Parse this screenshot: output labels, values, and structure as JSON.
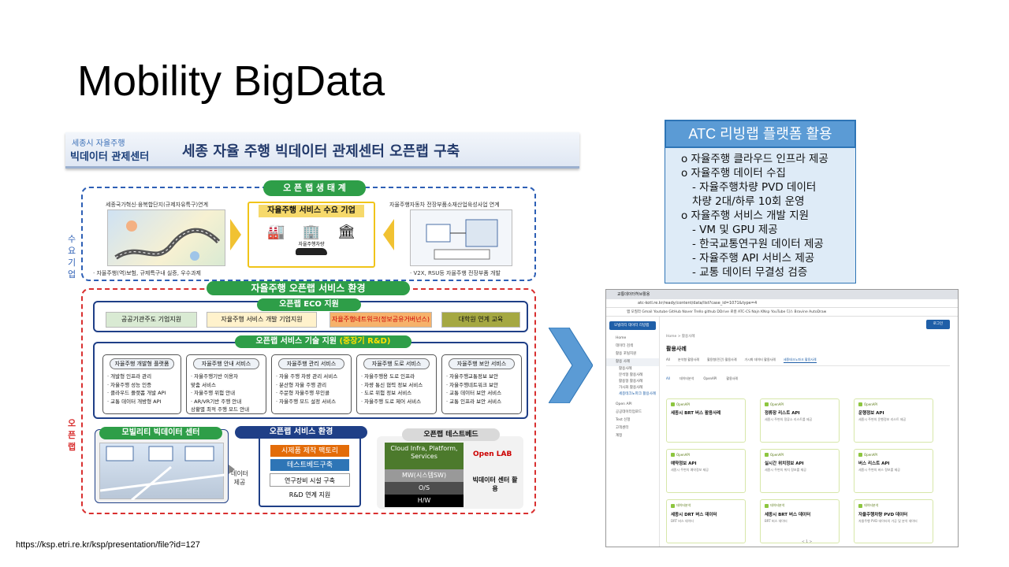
{
  "slide": {
    "title": "Mobility BigData",
    "source_url": "https://ksp.etri.re.kr/ksp/presentation/file?id=127"
  },
  "figure": {
    "logo_line1": "세종시 자율주행",
    "logo_line2": "빅데이터 관제센터",
    "header_title": "세종 자율 주행 빅데이터 관제센터 오픈랩 구축",
    "ecosystem_label": "오 픈 랩 생 태 계",
    "demand_side": "수요기업",
    "openlab_side": "오픈랩",
    "left_caption": "세종국가혁신·융복합단지(규제자유특구)연계",
    "left_footnote": "· 자율주행(역)보험, 규제특구내 실증, 우수과제",
    "center_box_label": "자율주행 서비스 수요 기업",
    "car_label": "자율주행차량",
    "right_caption": "자율주행자동차 전장부품소재산업육성사업 연계",
    "right_footnote": "· V2X, RSU등 자율주행 전장부품 개발",
    "service_env": "자율주행 오픈랩 서비스 환경",
    "eco_support": "오픈랩 ECO 지원",
    "eco_items": [
      "공공기관주도 기업지원",
      "자율주행 서비스 개발 기업지원",
      "자율주행네트워크(정보공유거버넌스)",
      "대학원 연계 교육"
    ],
    "tech_support": "오픈랩 서비스 기술 지원",
    "tech_support_note": "(중장기 R&D)",
    "tech_columns": [
      {
        "head": "자율주행 개발형 플랫폼",
        "lines": [
          "· 개발형 인프라 관리",
          "· 자율주행 성능 인증",
          "· 클라우드 플랫폼 개발 API",
          "· 교통 데이터 개방형 API"
        ]
      },
      {
        "head": "자율주행 안내 서비스",
        "lines": [
          "· 자율주행기반 이용자",
          "  맞춤 서비스",
          "· 자율주행 위험 안내",
          "· AR/VR기반 주행 안내",
          "  상황별 최적 주행 모드 안내"
        ]
      },
      {
        "head": "자율주행 관리 서비스",
        "lines": [
          "· 자율 주행 차량 관리 서비스",
          "· 분산형 자율 주행 관리",
          "· 주문형 자율주행 무인콜",
          "· 자율주행 모드 설정 서비스"
        ]
      },
      {
        "head": "자율주행 도로 서비스",
        "lines": [
          "· 자율주행용 도로 인프라",
          "· 차량 통신 협력 정보 서비스",
          "· 도로 위험 정보 서비스",
          "· 자율주행 도로 제어 서비스"
        ]
      },
      {
        "head": "자율주행 보안 서비스",
        "lines": [
          "· 자율주행교통정보 보안",
          "· 자율주행네트워크 보안",
          "· 교통 데이터 보안 서비스",
          "· 교통 인프라 보안 서비스"
        ]
      }
    ],
    "mobility_center": "모빌리티 빅데이터 센터",
    "data_provide": "데이터 제공",
    "openlab_service_env": "오픈랩 서비스 환경",
    "env_items": [
      "시제품 제작 팩토리",
      "테스트베드구축",
      "연구장비 시설 구축",
      "R&D 연계 지원"
    ],
    "testbed": "오픈랩 테스트베드",
    "stack": [
      "Cloud Infra, Platform, Services",
      "MW(시스템SW)",
      "O/S",
      "H/W"
    ],
    "open_lab": "Open LAB",
    "bigdata_center_use": "빅데이터 센터 활용"
  },
  "atc": {
    "head": "ATC 리빙랩 플랫폼 활용",
    "lines": [
      "o 자율주행 클라우드 인프라 제공",
      "o 자율주행 데이터 수집",
      "  - 자율주행차량 PVD 데이터",
      "    차량 2대/하루 10회 운영",
      "o 자율주행 서비스 개발 지원",
      "  - VM 및 GPU 제공",
      "  - 한국교통연구원 데이터 제공",
      "  - 자율주행 API 서비스 제공",
      "  - 교통 데이터 무결성 검증"
    ]
  },
  "browser": {
    "tab": "교통데이터허브활용",
    "address": "atc-kotl.re.kr/ready/content/data/list?case_id=1071&type=4",
    "bookmarks": "앱  모질라  Gmail  Youtube  GitHub  Naver  Trello  github  DDrive  로컬  ATC-CS  Najn  KNsp  YouTube  디스  Bravine  AutoDraw",
    "sidebar_brand": "모빌리티 데이터 리빙랩",
    "sidebar_items": [
      "Home",
      "데이터 검색",
      "활용 포털지원",
      "활용 사례",
      "활용사례",
      "분석형 활용사례",
      "활용형 활용사례",
      "가시화 활용사례",
      "세종테크노파크 활용사례",
      "Open API",
      "공공데이터업로드",
      "Test 신청",
      "고객센터",
      "계정"
    ],
    "breadcrumb": "Home > 활용사례",
    "page_title": "활용사례",
    "tabs": [
      "All",
      "분석형 활용사례",
      "활용형(민간) 활용사례",
      "가시화 데이터 활용사례",
      "세종테크노파크 활용사례"
    ],
    "filters": [
      "All",
      "데이터분석",
      "OpenAPI",
      "활용사례"
    ],
    "login_btn": "로그인",
    "cards": [
      {
        "tag": "OpenAPI",
        "title": "세종시 BRT 버스 활용사례",
        "desc": ""
      },
      {
        "tag": "OpenAPI",
        "title": "정류장 리스트 API",
        "desc": "세종시 주변의 정류소 리스트를 제공"
      },
      {
        "tag": "OpenAPI",
        "title": "운행정보 API",
        "desc": "세종시 주변의 운행정보 리스트 제공"
      },
      {
        "tag": "OpenAPI",
        "title": "예약정보 API",
        "desc": "세종시 주변의 예약정보 제공"
      },
      {
        "tag": "OpenAPI",
        "title": "실시간 위치정보 API",
        "desc": "세종시 주변의 위치 정보를 제공"
      },
      {
        "tag": "OpenAPI",
        "title": "버스 리스트 API",
        "desc": "세종시 주변의 버스 정보를 제공"
      },
      {
        "tag": "데이터분석",
        "title": "세종시 DRT 버스 데이터",
        "desc": "DRT 버스 데이터"
      },
      {
        "tag": "데이터분석",
        "title": "세종시 BRT 버스 데이터",
        "desc": "BRT 버스 데이터"
      },
      {
        "tag": "데이터분석",
        "title": "자율주행차량 PVD 데이터",
        "desc": "자율주행 PVD 데이터의 가공 및 분석 데이터"
      }
    ],
    "pagination": "< 1 >"
  },
  "colors": {
    "blue_frame": "#2d5fb5",
    "red_frame": "#d93030",
    "green_pill": "#2e9e48",
    "navy_pill": "#1f3f87",
    "atc_blue": "#5b9bd5",
    "arrow_blue": "#5b9bd5"
  }
}
